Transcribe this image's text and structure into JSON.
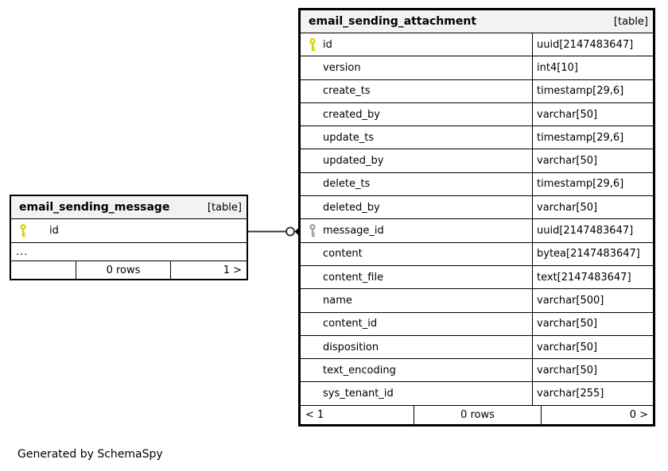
{
  "page": {
    "generated_by": "Generated by SchemaSpy"
  },
  "colors": {
    "primary_key": "#d4d400",
    "foreign_key": "#9e9e9e",
    "header_bg": "#f2f2f2",
    "border": "#000000",
    "connector": "#383838"
  },
  "tables": [
    {
      "title": "email_sending_message",
      "tag": "[table]",
      "columns": [
        {
          "name": "id",
          "type": "",
          "key": "primary"
        },
        {
          "name": "...",
          "type": "",
          "key": "",
          "ellipsis": true
        }
      ],
      "footer": {
        "left": "",
        "center": "0 rows",
        "right": "1 >"
      }
    },
    {
      "title": "email_sending_attachment",
      "tag": "[table]",
      "columns": [
        {
          "name": "id",
          "type": "uuid[2147483647]",
          "key": "primary"
        },
        {
          "name": "version",
          "type": "int4[10]",
          "key": ""
        },
        {
          "name": "create_ts",
          "type": "timestamp[29,6]",
          "key": ""
        },
        {
          "name": "created_by",
          "type": "varchar[50]",
          "key": ""
        },
        {
          "name": "update_ts",
          "type": "timestamp[29,6]",
          "key": ""
        },
        {
          "name": "updated_by",
          "type": "varchar[50]",
          "key": ""
        },
        {
          "name": "delete_ts",
          "type": "timestamp[29,6]",
          "key": ""
        },
        {
          "name": "deleted_by",
          "type": "varchar[50]",
          "key": ""
        },
        {
          "name": "message_id",
          "type": "uuid[2147483647]",
          "key": "foreign"
        },
        {
          "name": "content",
          "type": "bytea[2147483647]",
          "key": ""
        },
        {
          "name": "content_file",
          "type": "text[2147483647]",
          "key": ""
        },
        {
          "name": "name",
          "type": "varchar[500]",
          "key": ""
        },
        {
          "name": "content_id",
          "type": "varchar[50]",
          "key": ""
        },
        {
          "name": "disposition",
          "type": "varchar[50]",
          "key": ""
        },
        {
          "name": "text_encoding",
          "type": "varchar[50]",
          "key": ""
        },
        {
          "name": "sys_tenant_id",
          "type": "varchar[255]",
          "key": ""
        }
      ],
      "footer": {
        "left": "< 1",
        "center": "0 rows",
        "right": "0 >"
      }
    }
  ]
}
